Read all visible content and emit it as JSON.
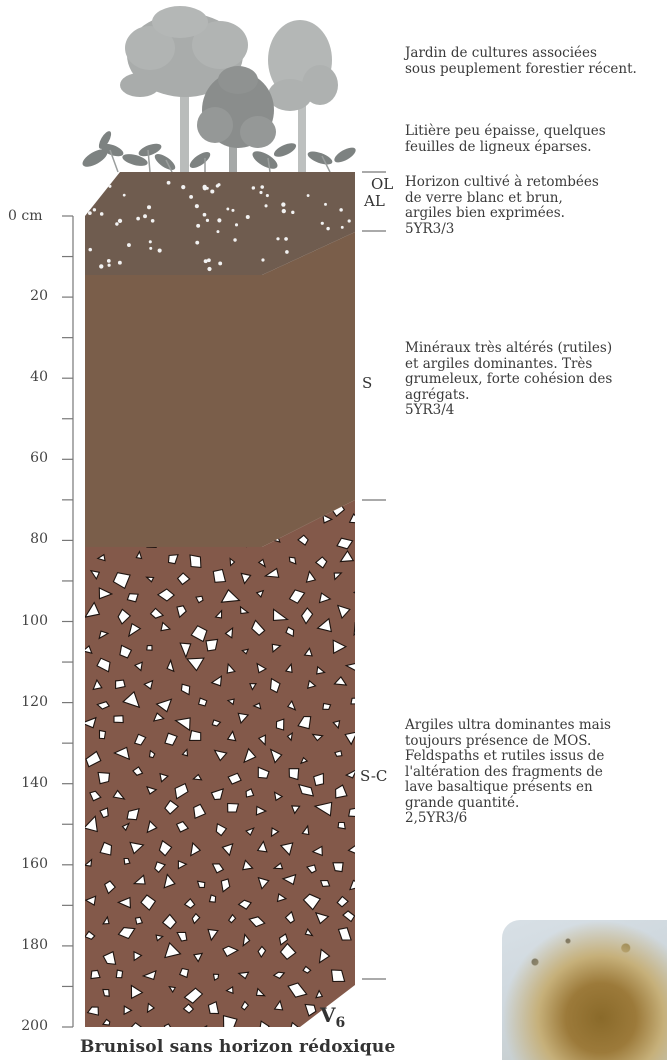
{
  "profile": {
    "code_main": "V",
    "code_sub": "6",
    "title": "Brunisol sans horizon rédoxique"
  },
  "depth_axis": {
    "unit_label": "0 cm",
    "labels": [
      "20",
      "40",
      "60",
      "80",
      "100",
      "120",
      "140",
      "160",
      "180",
      "200"
    ],
    "max_cm": 200
  },
  "horizons": [
    {
      "code": "OL",
      "top_cm": null,
      "bottom_cm": null
    },
    {
      "code": "AL",
      "top_cm": 0,
      "bottom_cm": 14,
      "color": "#6f5c4f"
    },
    {
      "code": "S",
      "top_cm": 14,
      "bottom_cm": 72,
      "color": "#7a5e4a"
    },
    {
      "code": "S-C",
      "top_cm": 72,
      "bottom_cm": 200,
      "color": "#83594a"
    }
  ],
  "descriptions": {
    "vegetation": [
      "Jardin de cultures associées",
      "sous peuplement forestier récent."
    ],
    "ol": [
      "Litière peu épaisse, quelques",
      "feuilles de ligneux éparses."
    ],
    "al": [
      "Horizon cultivé à retombées",
      "de verre blanc et brun,",
      "argiles bien exprimées.",
      "5YR3/3"
    ],
    "s": [
      "Minéraux très altérés (rutiles)",
      "et argiles dominantes. Très",
      "grumeleux, forte cohésion des",
      "agrégats.",
      "5YR3/4"
    ],
    "sc": [
      "Argiles ultra dominantes mais",
      "toujours présence de MOS.",
      "Feldspaths et rutiles issus de",
      "l'altération des fragments de",
      "lave basaltique présents en",
      "grande quantité.",
      "2,5YR3/6"
    ]
  }
}
